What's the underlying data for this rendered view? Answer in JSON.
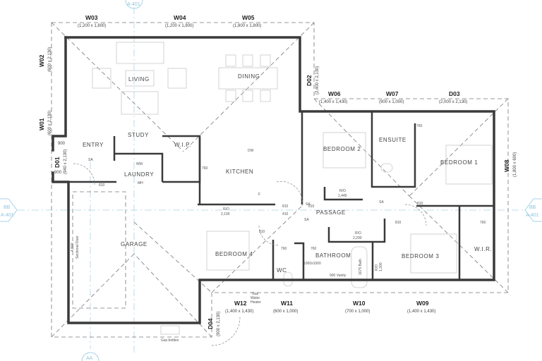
{
  "references": {
    "top": "A-401",
    "left_top": "BB",
    "left_bottom": "A-401",
    "right_top": "BB",
    "right_bottom": "A-401",
    "bottom": "AA"
  },
  "openings": {
    "W01": {
      "label": "W01",
      "size": "(600 x 2,130)"
    },
    "W02": {
      "label": "W02",
      "size": "(600 x 2,130)"
    },
    "W03": {
      "label": "W03",
      "size": "(1,200 x 1,800)"
    },
    "W04": {
      "label": "W04",
      "size": "(1,200 x 1,800)"
    },
    "W05": {
      "label": "W05",
      "size": "(1,800 x 1,800)"
    },
    "W06": {
      "label": "W06",
      "size": "(1,400 x 1,430)"
    },
    "W07": {
      "label": "W07",
      "size": "(900 x 1,000)"
    },
    "W08": {
      "label": "W08",
      "size": "(1,800 x 600)"
    },
    "W09": {
      "label": "W09",
      "size": "(1,400 x 1,430)"
    },
    "W10": {
      "label": "W10",
      "size": "(700 x 1,000)"
    },
    "W11": {
      "label": "W11",
      "size": "(600 x 1,000)"
    },
    "W12": {
      "label": "W12",
      "size": "(1,400 x 1,430)"
    },
    "D01": {
      "label": "D01",
      "size": "(940 x 2,130)"
    },
    "D02": {
      "label": "D02",
      "size": "(2,400 x 2,130)"
    },
    "D03": {
      "label": "D03",
      "size": "(2,000 x 2,130)"
    },
    "D04": {
      "label": "D04",
      "size": "(900 x 2,130)"
    }
  },
  "rooms": {
    "living": "LIVING",
    "dining": "DINING",
    "study": "STUDY",
    "entry": "ENTRY",
    "laundry": "LAUNDRY",
    "wip": "W.I.P.",
    "kitchen": "KITCHEN",
    "bedroom2": "BEDROOM 2",
    "ensuite": "ENSUITE",
    "bedroom1": "BEDROOM 1",
    "passage": "PASSAGE",
    "bedroom4": "BEDROOM 4",
    "wc": "WC",
    "bathroom": "BATHROOM",
    "bedroom3": "BEDROOM 3",
    "wir": "W.I.R.",
    "garage": "GARAGE"
  },
  "annotations": {
    "dim_900": "900",
    "dim_810": "810",
    "dim_760": "760",
    "dim_410": "410",
    "mh": "MH",
    "dw": "DW",
    "wm": "WM",
    "f": "F",
    "sa": "SA",
    "ro_label": "R/O",
    "ro_1445": "1,445",
    "ro_2190": "2,190",
    "ro_2290": "2,290",
    "ro_1300": "1,300",
    "garage_door_width": "4,800",
    "garage_door": "Sectional Door",
    "gas_water_heater_1": "Gas",
    "gas_water_heater_2": "Water",
    "gas_water_heater_3": "Heater",
    "gas_bottles": "Gas bottles",
    "vanity_900": "900 Vanity",
    "bath": "1675 Bath",
    "shower": "1000x1000"
  }
}
